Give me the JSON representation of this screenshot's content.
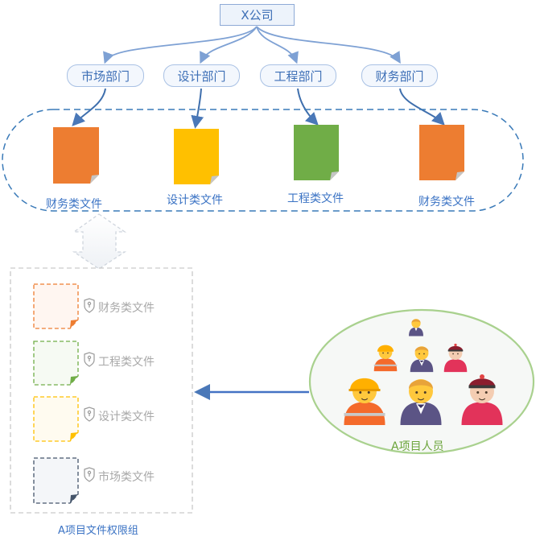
{
  "company": "X公司",
  "departments": [
    "市场部门",
    "设计部门",
    "工程部门",
    "财务部门"
  ],
  "dept_files": [
    {
      "label": "财务类文件",
      "color": "#ed7d31"
    },
    {
      "label": "设计类文件",
      "color": "#ffc000"
    },
    {
      "label": "工程类文件",
      "color": "#70ad47"
    },
    {
      "label": "财务类文件",
      "color": "#ed7d31"
    }
  ],
  "permission_group": {
    "title": "A项目文件权限组",
    "items": [
      {
        "label": "财务类文件",
        "color": "#ed7d31"
      },
      {
        "label": "工程类文件",
        "color": "#70ad47"
      },
      {
        "label": "设计类文件",
        "color": "#ffc000"
      },
      {
        "label": "市场类文件",
        "color": "#44546a"
      }
    ]
  },
  "people_group": {
    "label": "A项目人员"
  },
  "icons": [
    "document-icon",
    "lock-icon",
    "person-icon"
  ]
}
